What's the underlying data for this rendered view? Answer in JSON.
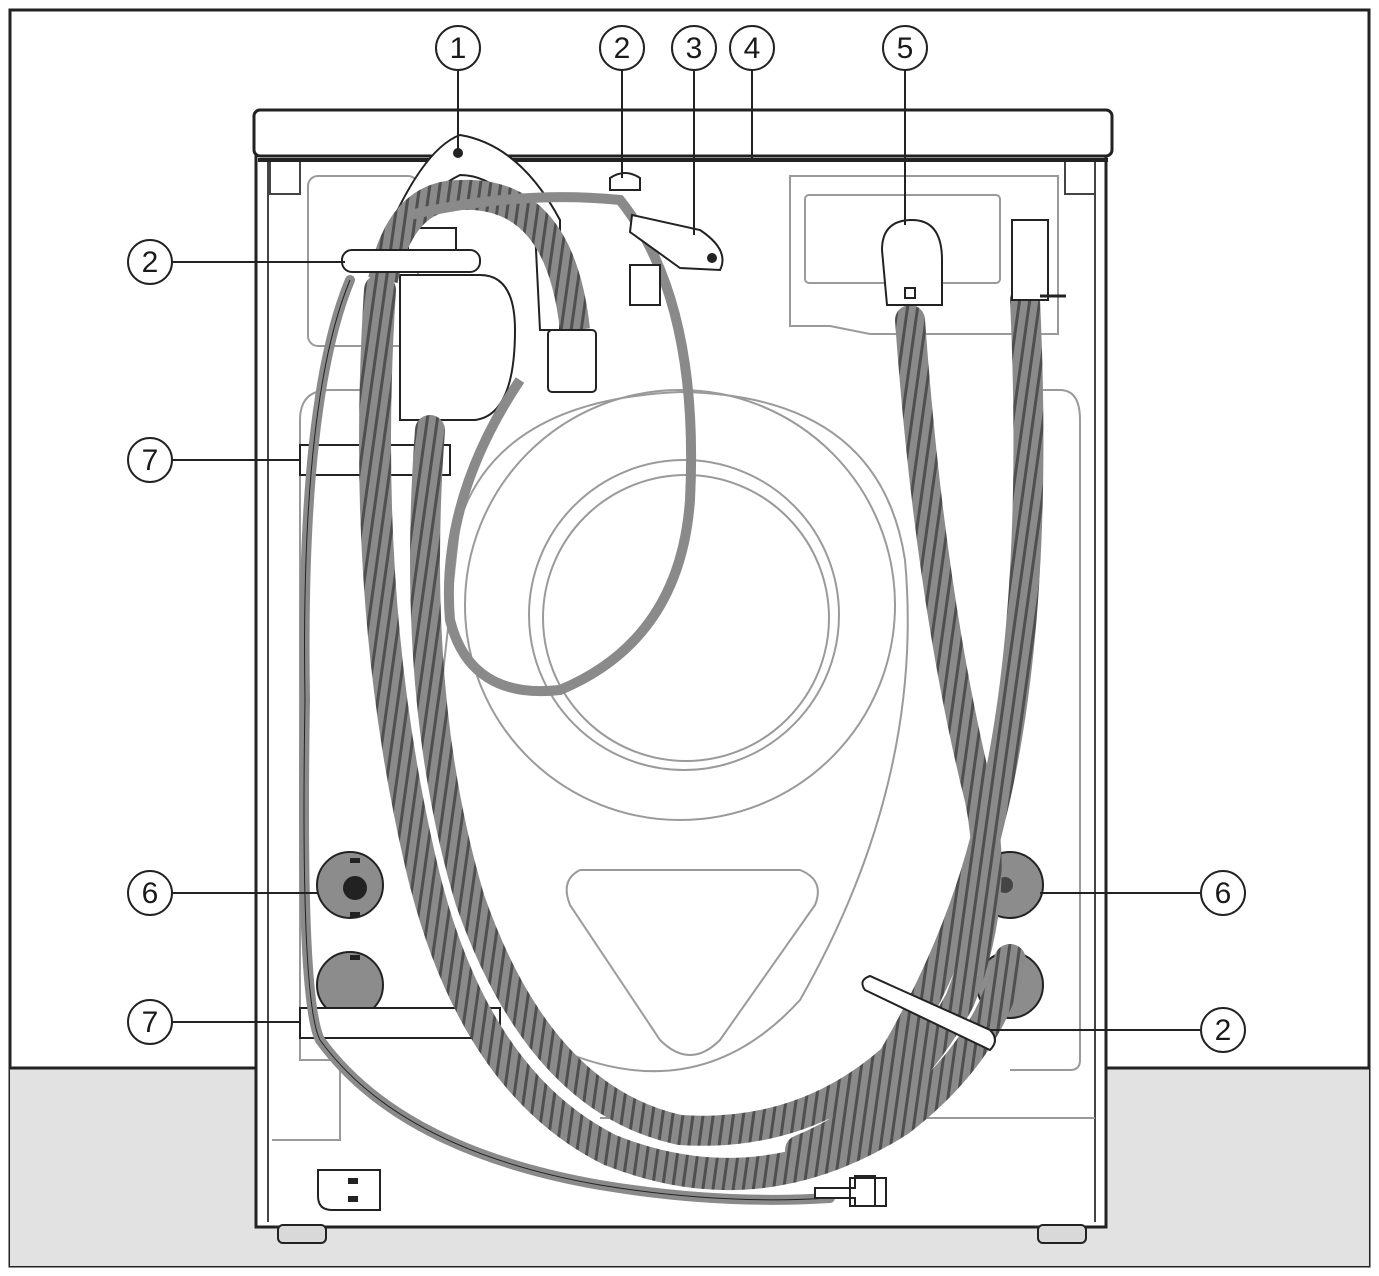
{
  "colors": {
    "floor": "#e2e2e2",
    "wall": "#ffffff",
    "outline": "#222222",
    "hose": "#8a8a8a",
    "hose_dark": "#5a5a5a",
    "part_gray": "#8c8c8c",
    "panel_line": "#9a9a9a"
  },
  "callouts": [
    {
      "id": "c1-top",
      "label": "1"
    },
    {
      "id": "c2-top",
      "label": "2"
    },
    {
      "id": "c3-top",
      "label": "3"
    },
    {
      "id": "c4-top",
      "label": "4"
    },
    {
      "id": "c5-top",
      "label": "5"
    },
    {
      "id": "c2-left",
      "label": "2"
    },
    {
      "id": "c7-upper",
      "label": "7"
    },
    {
      "id": "c6-left",
      "label": "6"
    },
    {
      "id": "c7-lower",
      "label": "7"
    },
    {
      "id": "c6-right",
      "label": "6"
    },
    {
      "id": "c2-right",
      "label": "2"
    }
  ]
}
